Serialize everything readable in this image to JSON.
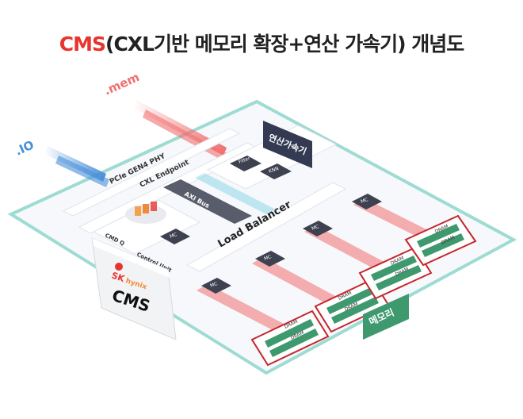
{
  "title": {
    "accent": "CMS",
    "rest": "(CXL기반 메모리 확장+연산 가속기) 개념도"
  },
  "inputs": {
    "mem": ".mem",
    "io": ".IO"
  },
  "labels": {
    "phy": "PCIe GEN4 PHY",
    "endpoint": "CXL Endpoint",
    "axi": "AXI Bus",
    "cmd": "CMD Q",
    "control": "Control Unit",
    "load_balancer": "Load Balancer",
    "accel": "연산가속기",
    "memory": "메모리"
  },
  "chips": {
    "mc": "MC",
    "filter": "Filter",
    "knn": "KNN",
    "dram": "DRAM"
  },
  "brand": {
    "sk": "SK",
    "hynix": "hynix",
    "product": "CMS"
  },
  "colors": {
    "accent_red": "#e8342f",
    "board_border": "#9edbd2",
    "io_blue": "#4a8fd8",
    "mem_red": "#f07070",
    "accel_navy": "#333a52",
    "memory_green": "#3e9a6e",
    "chip_dark": "#3d4150"
  }
}
